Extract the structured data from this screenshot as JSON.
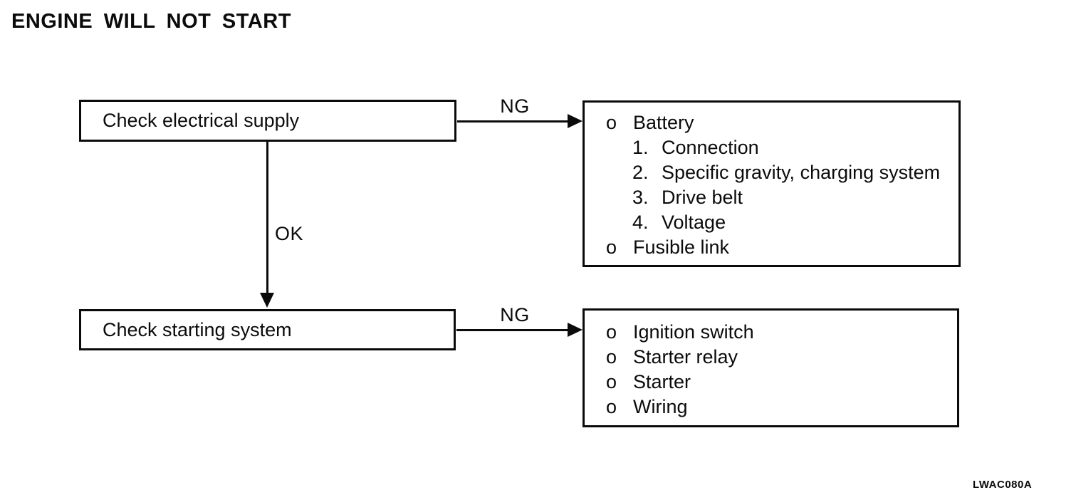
{
  "title": "ENGINE WILL NOT START",
  "figure_code": "LWAC080A",
  "colors": {
    "ink": "#0b0b0b",
    "background": "#ffffff"
  },
  "flowchart": {
    "steps": {
      "step1": {
        "label": "Check electrical supply"
      },
      "step2": {
        "label": "Check starting system"
      }
    },
    "results": {
      "result1": {
        "items": [
          {
            "marker": "o",
            "text": "Battery"
          },
          {
            "marker": "1.",
            "text": "Connection"
          },
          {
            "marker": "2.",
            "text": "Specific gravity, charging system"
          },
          {
            "marker": "3.",
            "text": "Drive belt"
          },
          {
            "marker": "4.",
            "text": "Voltage"
          },
          {
            "marker": "o",
            "text": "Fusible link"
          }
        ]
      },
      "result2": {
        "items": [
          {
            "marker": "o",
            "text": "Ignition switch"
          },
          {
            "marker": "o",
            "text": "Starter relay"
          },
          {
            "marker": "o",
            "text": "Starter"
          },
          {
            "marker": "o",
            "text": "Wiring"
          }
        ]
      }
    },
    "edges": {
      "ng1": "NG",
      "ok": "OK",
      "ng2": "NG"
    }
  }
}
